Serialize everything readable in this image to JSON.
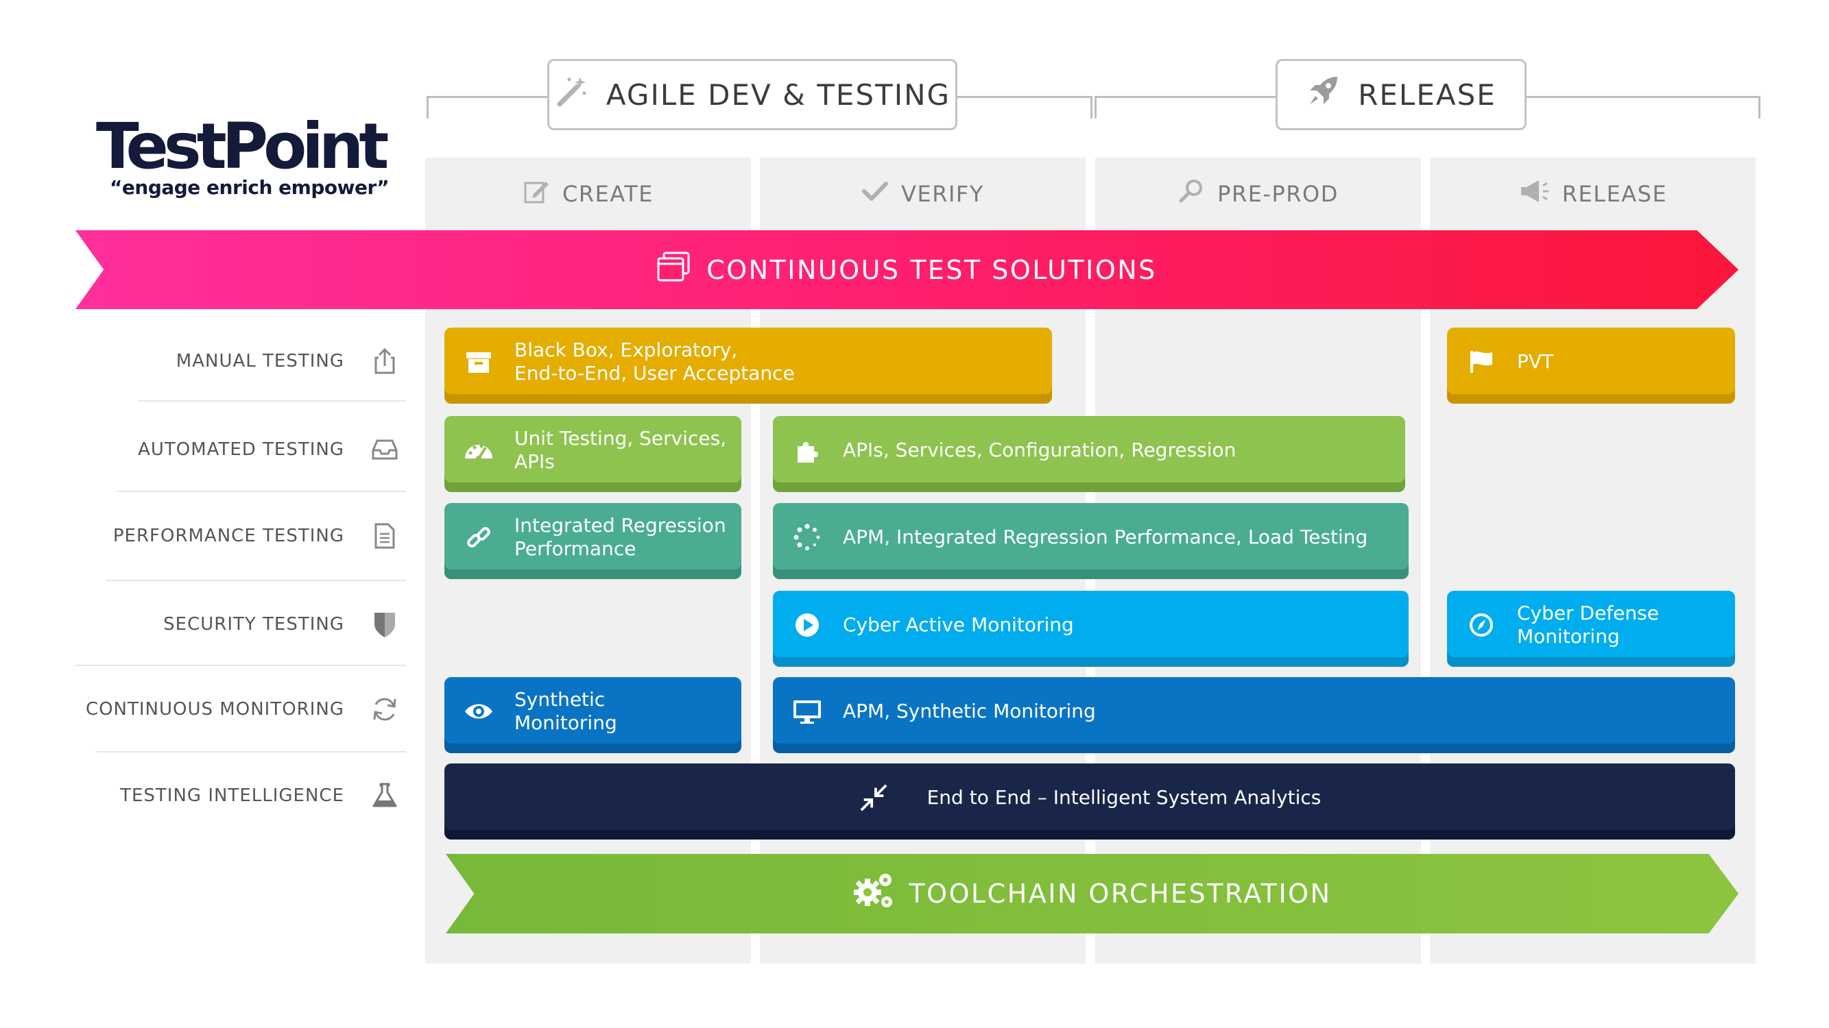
{
  "logo": {
    "wordmark": "TestPoint",
    "tagline": "“engage enrich empower”"
  },
  "phases": {
    "agile": "AGILE DEV & TESTING",
    "release": "RELEASE"
  },
  "columns": {
    "create": "CREATE",
    "verify": "VERIFY",
    "preprod": "PRE-PROD",
    "release": "RELEASE"
  },
  "banners": {
    "top": "CONTINUOUS TEST SOLUTIONS",
    "bottom": "TOOLCHAIN ORCHESTRATION"
  },
  "rows": {
    "manual": "MANUAL TESTING",
    "automated": "AUTOMATED TESTING",
    "performance": "PERFORMANCE TESTING",
    "security": "SECURITY TESTING",
    "monitoring": "CONTINUOUS MONITORING",
    "intelligence": "TESTING INTELLIGENCE"
  },
  "cards": {
    "manual_create_l1": "Black Box, Exploratory,",
    "manual_create_l2": "End-to-End, User Acceptance",
    "manual_release": "PVT",
    "auto_create_l1": "Unit Testing, Services,",
    "auto_create_l2": "APIs",
    "auto_verify": "APIs, Services, Configuration, Regression",
    "perf_create_l1": "Integrated Regression",
    "perf_create_l2": "Performance",
    "perf_verify": "APM, Integrated Regression Performance, Load Testing",
    "sec_verify": "Cyber Active Monitoring",
    "sec_release_l1": "Cyber Defense",
    "sec_release_l2": "Monitoring",
    "mon_create_l1": "Synthetic",
    "mon_create_l2": "Monitoring",
    "mon_verify": "APM, Synthetic Monitoring",
    "intel": "End to End – Intelligent System Analytics"
  },
  "colors": {
    "pink_banner": "#fb163a",
    "green_banner": "#8cc43f",
    "yellow": "#e4ad00",
    "light_green": "#8ec34f",
    "teal": "#4aad91",
    "cyan": "#00adee",
    "blue": "#0a74c4",
    "navy": "#19264a"
  }
}
